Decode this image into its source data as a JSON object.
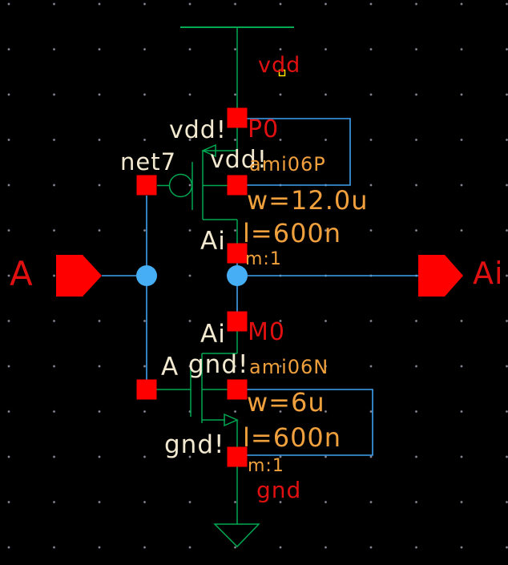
{
  "colors": {
    "background": "#000000",
    "grid_dot": "#8f8f9e",
    "wire_blue": "#3ea2f2",
    "solder_blue": "#45aef5",
    "symbol_green": "#00a852",
    "pin_red": "#ff0000",
    "text_red": "#e01010",
    "net_label_white": "#f2e9d0",
    "param_orange": "#f0a03c",
    "marker_yellow": "#ffe000"
  },
  "labels": {
    "vdd_rail": "vdd",
    "gnd_rail": "gnd",
    "port_in": "A",
    "port_out": "Ai",
    "net_pmos_source": "vdd!",
    "net_pmos_bulk": "vdd!",
    "net_gate_top": "net7",
    "net_pmos_drain": "Ai",
    "net_nmos_drain": "Ai",
    "net_nmos_gate": "A",
    "net_nmos_bulk": "gnd!",
    "net_nmos_source": "gnd!"
  },
  "pmos": {
    "instance": "P0",
    "model": "ami06P",
    "w": "w=12.0u",
    "l": "l=600n",
    "m": "m:1"
  },
  "nmos": {
    "instance": "M0",
    "model": "ami06N",
    "w": "w=6u",
    "l": "l=600n",
    "m": "m:1"
  }
}
